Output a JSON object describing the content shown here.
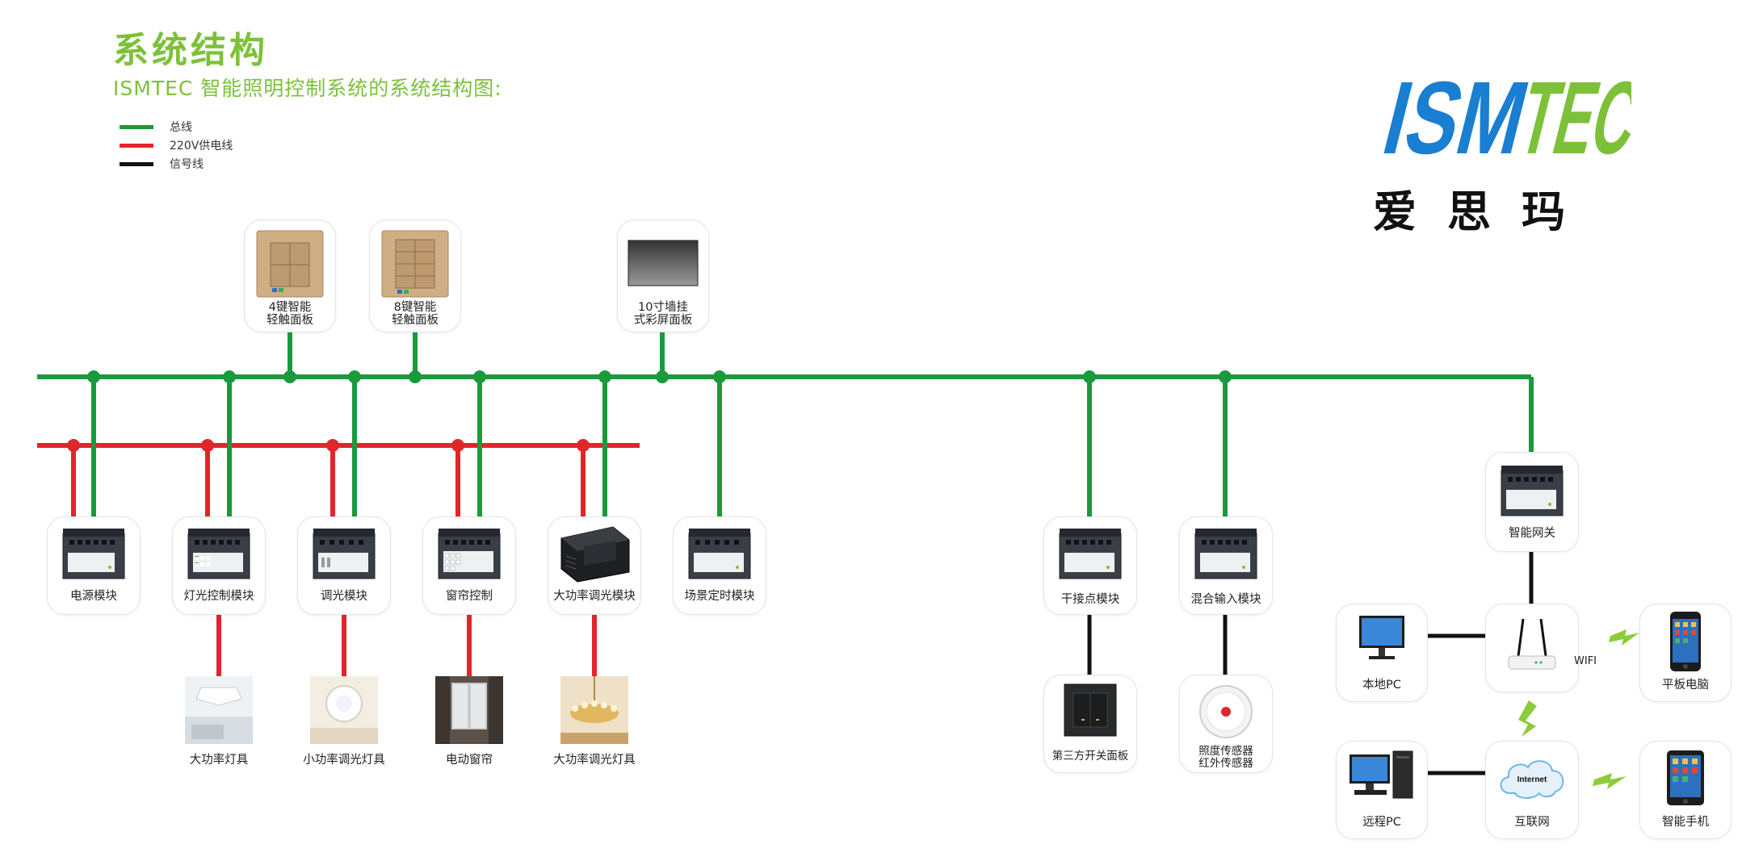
{
  "header": {
    "title": "系统结构",
    "subtitle": "ISMTEC 智能照明控制系统的系统结构图:"
  },
  "legend": [
    {
      "label": "总线",
      "color": "#1a9a3c"
    },
    {
      "label": "220V供电线",
      "color": "#e0262b"
    },
    {
      "label": "信号线",
      "color": "#111111"
    }
  ],
  "logo": {
    "wordmark_left": "ISM",
    "wordmark_right": "TEC",
    "chinese": "爱思玛",
    "left_color": "#1a7ed1",
    "right_color": "#7dc13a"
  },
  "colors": {
    "bus": "#1a9a3c",
    "power": "#e0262b",
    "signal": "#111111"
  },
  "panels": [
    {
      "label1": "4键智能",
      "label2": "轻触面板"
    },
    {
      "label1": "8键智能",
      "label2": "轻触面板"
    },
    {
      "label1": "10寸墙挂",
      "label2": "式彩屏面板"
    }
  ],
  "modules": [
    {
      "label": "电源模块"
    },
    {
      "label": "灯光控制模块"
    },
    {
      "label": "调光模块"
    },
    {
      "label": "窗帘控制"
    },
    {
      "label": "大功率调光模块"
    },
    {
      "label": "场景定时模块"
    },
    {
      "label": "干接点模块"
    },
    {
      "label": "混合输入模块"
    },
    {
      "label": "智能网关"
    }
  ],
  "loads": [
    {
      "label": "大功率灯具"
    },
    {
      "label": "小功率调光灯具"
    },
    {
      "label": "电动窗帘"
    },
    {
      "label": "大功率调光灯具"
    }
  ],
  "inputs": [
    {
      "label": "第三方开关面板"
    },
    {
      "label1": "照度传感器",
      "label2": "红外传感器"
    }
  ],
  "network": {
    "local_pc": "本地PC",
    "remote_pc": "远程PC",
    "internet": "互联网",
    "cloud_text": "Internet",
    "tablet": "平板电脑",
    "phone": "智能手机",
    "wifi": "WIFI"
  }
}
